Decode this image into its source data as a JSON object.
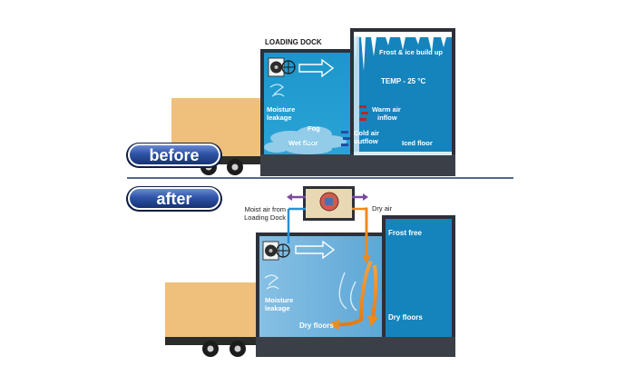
{
  "before": {
    "badge": "before",
    "title": "LOADING DOCK",
    "labels": {
      "frost": "Frost & ice build up",
      "temp": "TEMP - 25 °C",
      "moisture_1": "Moisture",
      "moisture_2": "leakage",
      "warm_1": "Warm air",
      "warm_2": "inflow",
      "fog": "Fog",
      "cold_1": "Cold air",
      "cold_2": "outflow",
      "wet_floor": "Wet floor",
      "iced_floor": "Iced floor"
    }
  },
  "after": {
    "badge": "after",
    "labels": {
      "moist_1": "Moist  air from",
      "moist_2": "Loading Dock",
      "dry_air": "Dry air",
      "frost_free": "Frost free",
      "moisture_1": "Moisture",
      "moisture_2": "leakage",
      "dry_floors_dock": "Dry floors",
      "dry_floors_freezer": "Dry floors"
    }
  },
  "colors": {
    "dock_blue": "#1a92c9",
    "freezer_blue": "#1584bd",
    "after_dock_blue": "#6fb0da",
    "wall_dark": "#2d3038",
    "trailer_tan": "#efc07c",
    "badge_blue": "#1f3f86",
    "arrow_orange": "#ef8a1d",
    "warm_red": "#b5282e",
    "divider": "#1d3566"
  },
  "icons": [
    "fan-unit-icon",
    "flow-arrow-icon",
    "dehumidifier-icon",
    "icicles-icon",
    "wind-swirl-icon",
    "truck-wheel-icon"
  ]
}
